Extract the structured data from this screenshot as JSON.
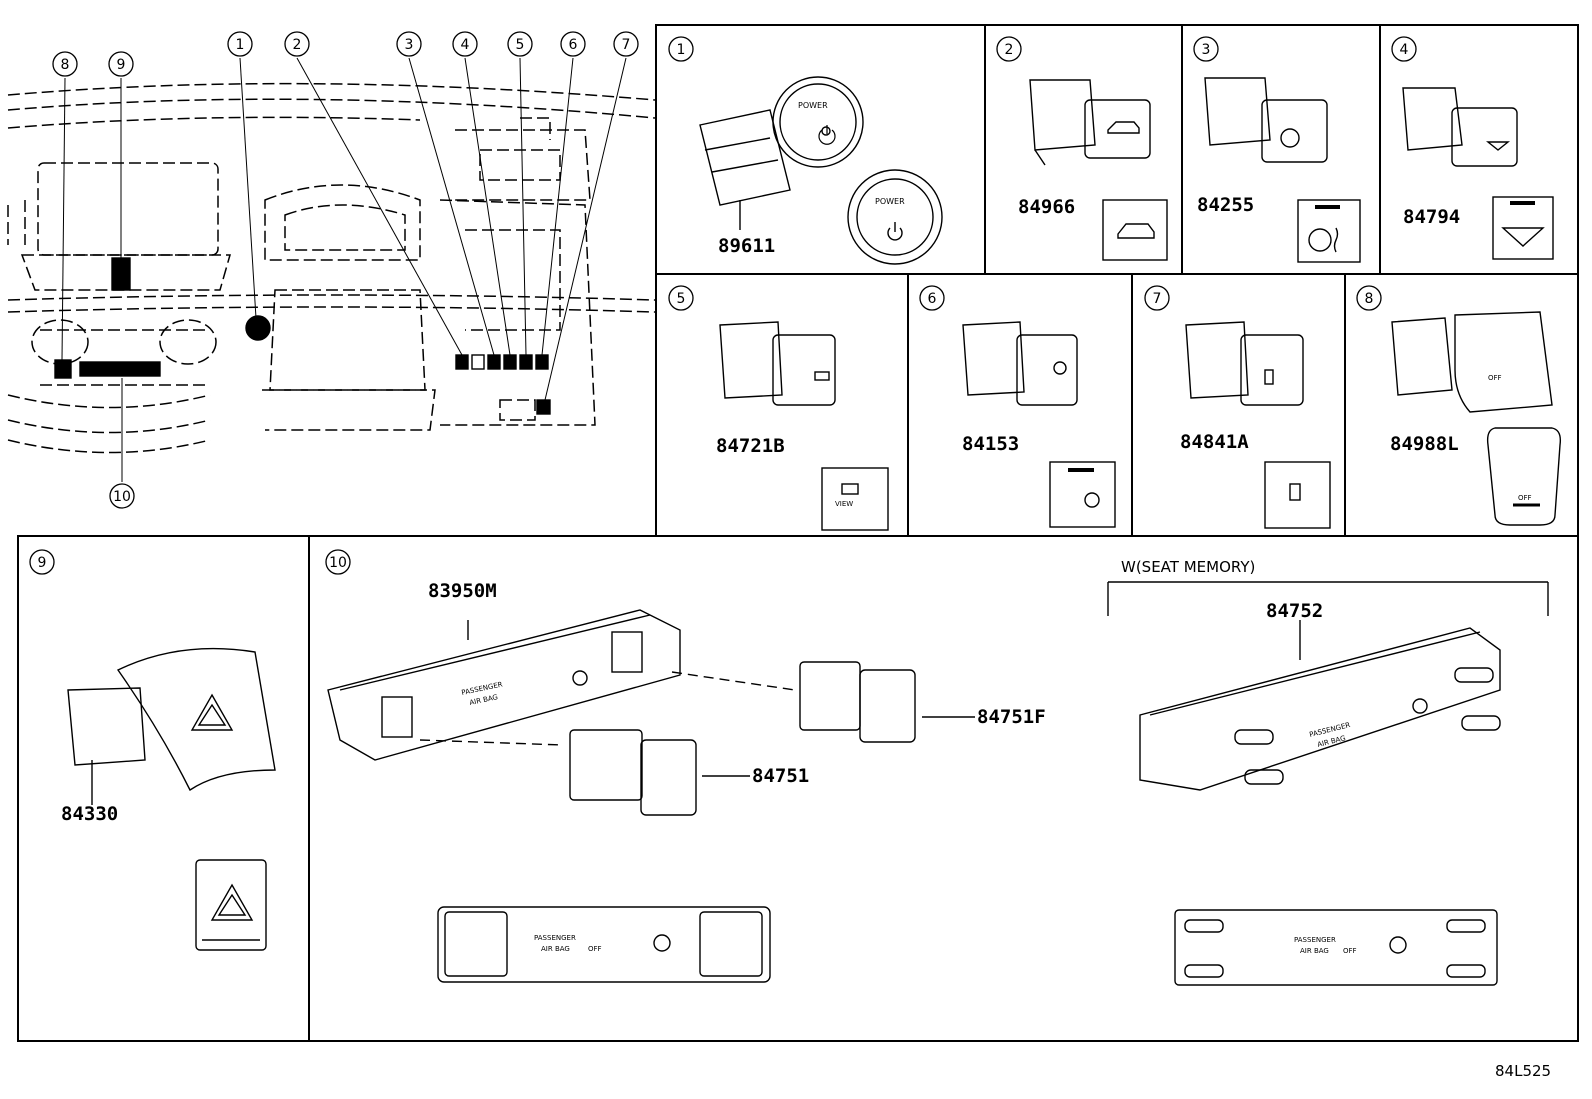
{
  "callouts": [
    "1",
    "2",
    "3",
    "4",
    "5",
    "6",
    "7",
    "8",
    "9",
    "10"
  ],
  "parts": {
    "p89611": "89611",
    "p84966": "84966",
    "p84255": "84255",
    "p84794": "84794",
    "p84721B": "84721B",
    "p84153": "84153",
    "p84841A": "84841A",
    "p84988L": "84988L",
    "p84330": "84330",
    "p83950M": "83950M",
    "p84751F": "84751F",
    "p84751": "84751",
    "p84752": "84752"
  },
  "switch_text": {
    "power": "POWER",
    "view": "VIEW",
    "off": "OFF",
    "passenger": "PASSENGER",
    "air_bag": "AIR BAG",
    "off_small": "OFF"
  },
  "labels": {
    "seat_memory": "W(SEAT MEMORY)",
    "diagram_code": "84L525"
  }
}
